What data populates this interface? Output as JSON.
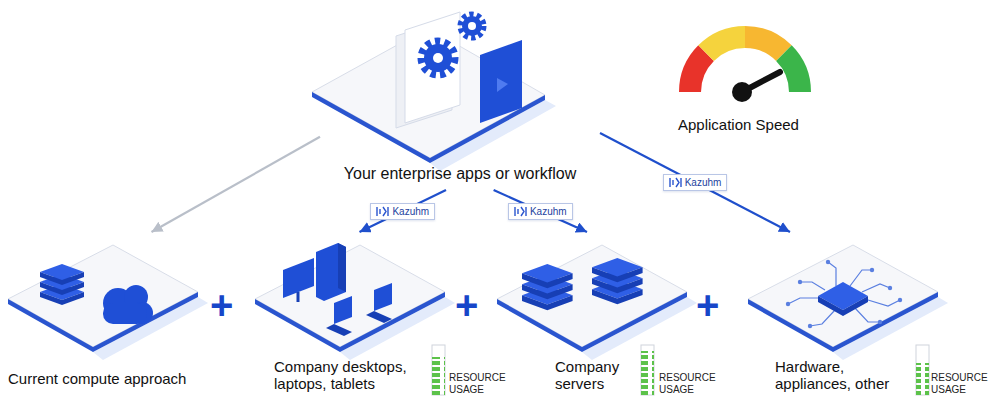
{
  "diagram": {
    "nodes": [
      {
        "text": [
          "Your enterprise apps or workflow"
        ]
      },
      {
        "text": [
          "Current compute approach"
        ]
      },
      {
        "text": [
          "Company desktops, laptops, tablets"
        ]
      },
      {
        "text": [
          "Company servers"
        ]
      },
      {
        "text": [
          "Hardware, appliances, other"
        ]
      }
    ],
    "edges": [
      {
        "from": 0,
        "to": 1,
        "arrow": "to"
      },
      {
        "from": 0,
        "to": 2,
        "label": "Kazuhm",
        "arrow": "to"
      },
      {
        "from": 0,
        "to": 3,
        "label": "Kazuhm",
        "arrow": "to"
      },
      {
        "from": 0,
        "to": 4,
        "label": "Kazuhm",
        "arrow": "to"
      }
    ],
    "labels": [
      "Application Speed",
      "+",
      "+",
      "+",
      "RESOURCE USAGE",
      "RESOURCE USAGE",
      "RESOURCE USAGE"
    ]
  }
}
